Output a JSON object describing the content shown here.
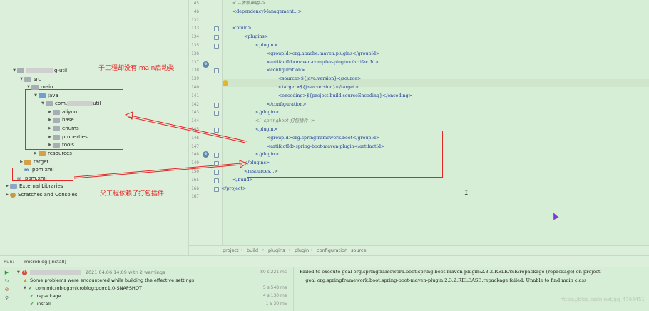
{
  "project_tree": {
    "items": [
      {
        "label": "g-util",
        "indent": 1,
        "icon": "module-folder",
        "expanded": true,
        "redacted": true
      },
      {
        "label": "src",
        "indent": 2,
        "icon": "folder",
        "expanded": true
      },
      {
        "label": "main",
        "indent": 3,
        "icon": "folder",
        "expanded": true
      },
      {
        "label": "java",
        "indent": 4,
        "icon": "source-folder",
        "expanded": true
      },
      {
        "label": "com.",
        "suffix": "util",
        "indent": 5,
        "icon": "package",
        "expanded": true,
        "redacted": true
      },
      {
        "label": "aliyun",
        "indent": 6,
        "icon": "package",
        "expanded": false
      },
      {
        "label": "base",
        "indent": 6,
        "icon": "package",
        "expanded": false
      },
      {
        "label": "enums",
        "indent": 6,
        "icon": "package",
        "expanded": false
      },
      {
        "label": "properties",
        "indent": 6,
        "icon": "package",
        "expanded": false
      },
      {
        "label": "tools",
        "indent": 6,
        "icon": "package",
        "expanded": false
      },
      {
        "label": "resources",
        "indent": 4,
        "icon": "resources-folder",
        "expanded": false
      },
      {
        "label": "target",
        "indent": 2,
        "icon": "target-folder",
        "expanded": false
      },
      {
        "label": "pom.xml",
        "indent": 2,
        "icon": "maven-file"
      },
      {
        "label": "pom.xml",
        "indent": 1,
        "icon": "maven-file"
      },
      {
        "label": "External Libraries",
        "indent": 0,
        "icon": "libraries",
        "expanded": false
      },
      {
        "label": "Scratches and Consoles",
        "indent": 0,
        "icon": "scratches",
        "expanded": false
      }
    ]
  },
  "editor": {
    "lines": [
      {
        "num": "45",
        "text": "<!--依赖声明-->",
        "cls": "cm",
        "indent": 0
      },
      {
        "num": "46",
        "text": "<dependencyManagement...>",
        "cls": "tg",
        "indent": 0
      },
      {
        "num": "132",
        "text": "",
        "indent": 0
      },
      {
        "num": "133",
        "text": "<build>",
        "cls": "tg",
        "indent": 0
      },
      {
        "num": "134",
        "text": "<plugins>",
        "cls": "tg",
        "indent": 1
      },
      {
        "num": "135",
        "text": "<plugin>",
        "cls": "tg",
        "indent": 2
      },
      {
        "num": "136",
        "text": "<groupId>org.apache.maven.plugins</groupId>",
        "cls": "tg",
        "indent": 3
      },
      {
        "num": "137",
        "text": "<artifactId>maven-compiler-plugin</artifactId>",
        "cls": "tg",
        "indent": 3
      },
      {
        "num": "138",
        "text": "<configuration>",
        "cls": "tg",
        "indent": 3
      },
      {
        "num": "139",
        "text": "<source>${java.version}</source>",
        "cls": "tg",
        "indent": 4
      },
      {
        "num": "140",
        "text": "<target>${java.version}</target>",
        "cls": "tg",
        "indent": 4
      },
      {
        "num": "141",
        "text": "<encoding>${project.build.sourceEncoding}</encoding>",
        "cls": "tg",
        "indent": 4
      },
      {
        "num": "142",
        "text": "</configuration>",
        "cls": "tg",
        "indent": 3
      },
      {
        "num": "143",
        "text": "</plugin>",
        "cls": "tg",
        "indent": 2
      },
      {
        "num": "144",
        "text": "<!--springboot 打包插件-->",
        "cls": "cm",
        "indent": 2
      },
      {
        "num": "145",
        "text": "<plugin>",
        "cls": "tg",
        "indent": 2
      },
      {
        "num": "146",
        "text": "<groupId>org.springframework.boot</groupId>",
        "cls": "tg",
        "indent": 3
      },
      {
        "num": "147",
        "text": "<artifactId>spring-boot-maven-plugin</artifactId>",
        "cls": "tg",
        "indent": 3
      },
      {
        "num": "148",
        "text": "</plugin>",
        "cls": "tg",
        "indent": 2
      },
      {
        "num": "149",
        "text": "</plugins>",
        "cls": "tg",
        "indent": 1
      },
      {
        "num": "150",
        "text": "<resources...>",
        "cls": "tg",
        "indent": 1
      },
      {
        "num": "165",
        "text": "</build>",
        "cls": "tg",
        "indent": 0
      },
      {
        "num": "166",
        "text": "</project>",
        "cls": "tg",
        "indent": -1
      },
      {
        "num": "167",
        "text": "",
        "indent": 0
      }
    ]
  },
  "breadcrumb": [
    "project",
    "build",
    "plugins",
    "plugin",
    "configuration",
    "source"
  ],
  "annotations": {
    "top": "子工程却没有 main启动类",
    "bottom": "父工程依赖了打包插件",
    "color": "#e52626"
  },
  "run": {
    "label": "Run:",
    "tab": "microblog [install]",
    "tree": [
      {
        "text": "",
        "suffix": "2021.04.06 14:09 with 2 warnings",
        "time": "80 s 221 ms",
        "status": "error",
        "indent": 0,
        "redacted": true
      },
      {
        "text": "Some problems were encountered while building the effective settings",
        "time": "",
        "status": "warning",
        "indent": 1
      },
      {
        "text": "com.microblog:microblog:pom:1.0-SNAPSHOT",
        "time": "5 s 548 ms",
        "status": "ok",
        "indent": 1
      },
      {
        "text": "repackage",
        "time": "4 s 130 ms",
        "status": "ok",
        "indent": 2
      },
      {
        "text": "install",
        "time": "1 s 30 ms",
        "status": "ok",
        "indent": 2
      }
    ],
    "output": [
      "Failed to execute goal org.springframework.boot:spring-boot-maven-plugin:2.3.2.RELEASE:repackage (repackage) on project",
      "    goal org.springframework.boot:spring-boot-maven-plugin:2.3.2.RELEASE:repackage failed: Unable to find main class"
    ]
  },
  "watermark": "https://blog.csdn.net/qq_4764451"
}
